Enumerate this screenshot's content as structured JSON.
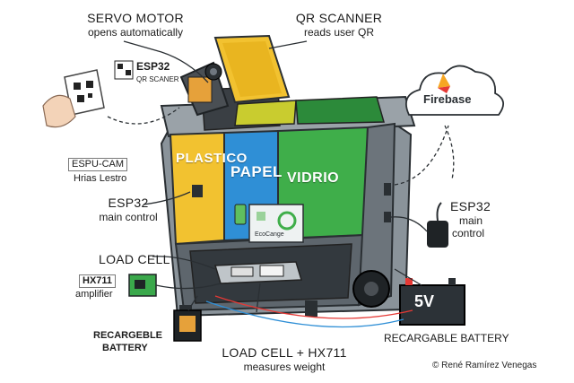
{
  "labels": {
    "servo": {
      "title": "SERVO MOTOR",
      "sub": "opens automatically"
    },
    "qr": {
      "title": "QR SCANNER",
      "sub": "reads user QR"
    },
    "esp32_qr": {
      "title": "ESP32",
      "sub": "QR SCANER"
    },
    "espcam": {
      "title": "ESPU-CAM",
      "sub": "Hrias Lestro"
    },
    "esp32_main": {
      "title": "ESP32",
      "sub": "main control"
    },
    "load_cell": {
      "title": "LOAD CELL"
    },
    "hx711": {
      "title": "HX711",
      "sub": "amplifier"
    },
    "rec_batt_left": {
      "line1": "RECARGEBLE",
      "line2": "BATTERY"
    },
    "load_hx": {
      "title": "LOAD CELL + HX711",
      "sub": "measures weight"
    },
    "rec_batt_right": {
      "title": "RECARGABLE BATTERY"
    },
    "esp32_right": {
      "title": "ESP32",
      "sub1": "main",
      "sub2": "control"
    },
    "firebase": {
      "title": "Firebase"
    },
    "battery_5v": {
      "title": "5V"
    },
    "ecocange": {
      "title": "EcoCange"
    }
  },
  "bins": [
    {
      "label": "PLASTICO",
      "color": "#f2c230"
    },
    {
      "label": "PAPEL",
      "color": "#2f8fd6"
    },
    {
      "label": "VIDRIO",
      "color": "#3fae4a"
    }
  ],
  "credit": "© René Ramírez Venegas",
  "colors": {
    "body": "#7c858c",
    "body_dark": "#3b4147",
    "accent_red": "#e53935",
    "firebase_orange": "#f6a623"
  }
}
